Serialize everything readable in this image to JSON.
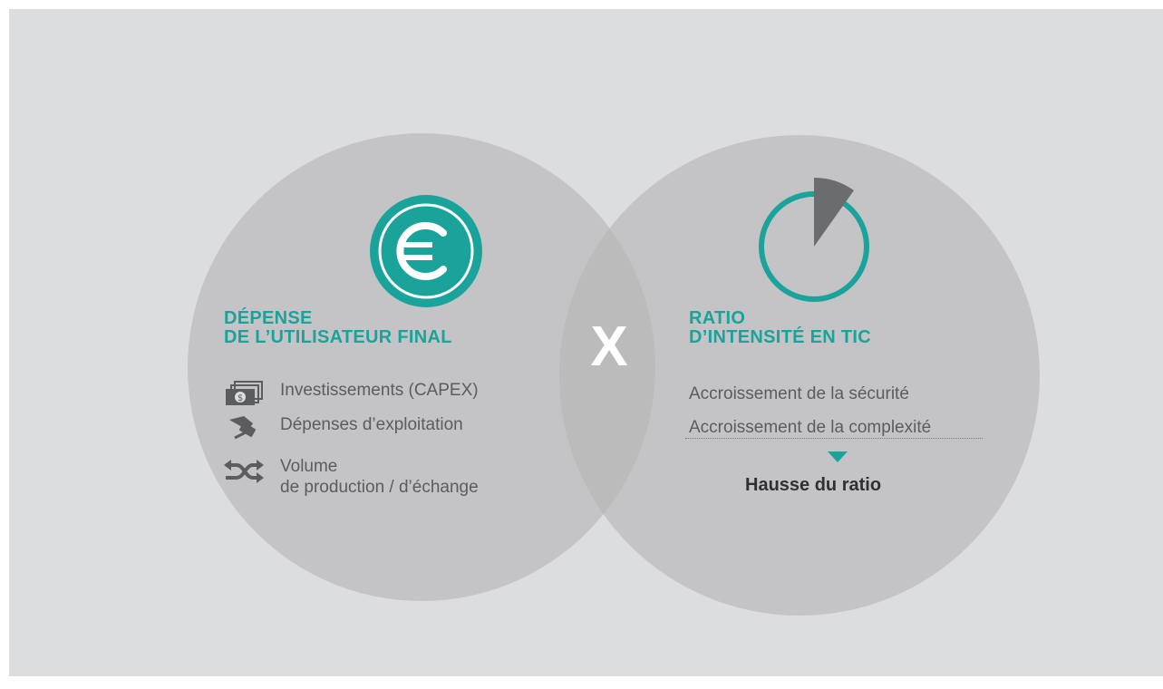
{
  "colors": {
    "teal": "#1aa39a",
    "background": "#dcdddf",
    "circle": "#b4b4b6",
    "text": "#5b5c5e",
    "dark_wedge": "#6b6c6e"
  },
  "left": {
    "icon": "euro-coin-icon",
    "title_line1": "DÉPENSE",
    "title_line2": "DE L’UTILISATEUR FINAL",
    "items": [
      {
        "icon": "banknotes-icon",
        "text": "Investissements (CAPEX)"
      },
      {
        "icon": "hand-card-payment-icon",
        "text": "Dépenses d’exploitation"
      },
      {
        "icon": "shuffle-arrows-icon",
        "text_line1": "Volume",
        "text_line2": "de production / d’échange"
      }
    ]
  },
  "operator": "X",
  "right": {
    "icon": "pie-ring-icon",
    "title_line1": "RATIO",
    "title_line2": "D’INTENSITÉ EN TIC",
    "lines": [
      "Accroissement de la sécurité",
      "Accroissement de la complexité"
    ],
    "arrow_icon": "arrow-down-icon",
    "result": "Hausse du ratio"
  }
}
